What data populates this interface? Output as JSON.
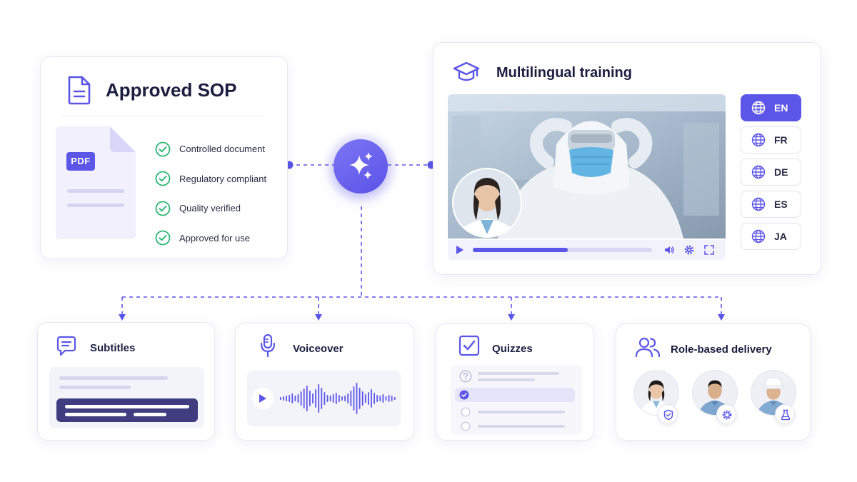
{
  "sop": {
    "title": "Approved SOP",
    "badge": "PDF",
    "checklist": [
      "Controlled document",
      "Regulatory compliant",
      "Quality verified",
      "Approved for use"
    ]
  },
  "training": {
    "title": "Multilingual training",
    "playback_progress": 0.53,
    "languages": [
      "EN",
      "FR",
      "DE",
      "ES",
      "JA"
    ],
    "active_language": "EN"
  },
  "outputs": {
    "subtitles": {
      "title": "Subtitles"
    },
    "voiceover": {
      "title": "Voiceover"
    },
    "quizzes": {
      "title": "Quizzes"
    },
    "role_delivery": {
      "title": "Role-based delivery",
      "roles": [
        "shield-icon",
        "gear-icon",
        "flask-icon"
      ]
    }
  },
  "colors": {
    "accent": "#5b55e8",
    "success": "#2bb673",
    "dark": "#1c1d3f",
    "subtitle_bar": "#3f3d80"
  }
}
